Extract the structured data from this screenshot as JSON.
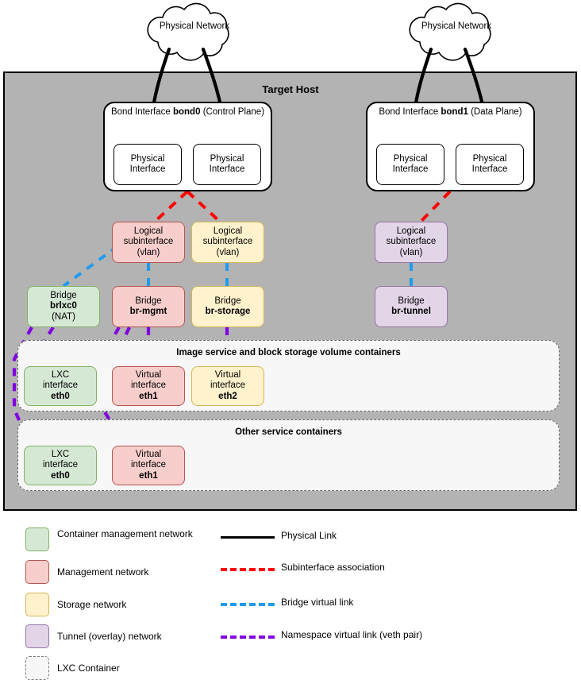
{
  "diagram": {
    "host_title": "Target Host",
    "clouds": [
      {
        "name": "cloud-left",
        "line1": "Physical",
        "line2": "Network"
      },
      {
        "name": "cloud-right",
        "line1": "Physical",
        "line2": "Network"
      }
    ],
    "bonds": [
      {
        "name": "bond0",
        "title": "Bond Interface",
        "id": "bond0",
        "role": "(Control Plane)",
        "nics": [
          {
            "line1": "Physical",
            "line2": "Interface"
          },
          {
            "line1": "Physical",
            "line2": "Interface"
          }
        ]
      },
      {
        "name": "bond1",
        "title": "Bond Interface",
        "id": "bond1",
        "role": "(Data Plane)",
        "nics": [
          {
            "line1": "Physical",
            "line2": "Interface"
          },
          {
            "line1": "Physical",
            "line2": "Interface"
          }
        ]
      }
    ],
    "subinterfaces": [
      {
        "name": "subinterface-mgmt",
        "line1": "Logical",
        "line2": "subinterface",
        "line3": "(vlan)",
        "color": "red"
      },
      {
        "name": "subinterface-storage",
        "line1": "Logical",
        "line2": "subinterface",
        "line3": "(vlan)",
        "color": "yellow"
      },
      {
        "name": "subinterface-tunnel",
        "line1": "Logical",
        "line2": "subinterface",
        "line3": "(vlan)",
        "color": "purple"
      }
    ],
    "bridges": [
      {
        "name": "bridge-brlxc0",
        "line1": "Bridge",
        "line2": "brlxc0",
        "line3": "(NAT)",
        "color": "green"
      },
      {
        "name": "bridge-br-mgmt",
        "line1": "Bridge",
        "line2": "br-mgmt",
        "line3": "",
        "color": "red"
      },
      {
        "name": "bridge-br-storage",
        "line1": "Bridge",
        "line2": "br-storage",
        "line3": "",
        "color": "yellow"
      },
      {
        "name": "bridge-br-tunnel",
        "line1": "Bridge",
        "line2": "br-tunnel",
        "line3": "",
        "color": "purple"
      }
    ],
    "container_groups": [
      {
        "name": "image-storage-containers",
        "title": "Image service and block storage volume containers",
        "interfaces": [
          {
            "name": "lxc-interface-eth0",
            "line1": "LXC",
            "line2": "interface",
            "line3": "eth0",
            "color": "green"
          },
          {
            "name": "virtual-interface-eth1",
            "line1": "Virtual",
            "line2": "interface",
            "line3": "eth1",
            "color": "red"
          },
          {
            "name": "virtual-interface-eth2",
            "line1": "Virtual",
            "line2": "interface",
            "line3": "eth2",
            "color": "yellow"
          }
        ]
      },
      {
        "name": "other-service-containers",
        "title": "Other service containers",
        "interfaces": [
          {
            "name": "lxc-interface-eth0",
            "line1": "LXC",
            "line2": "interface",
            "line3": "eth0",
            "color": "green"
          },
          {
            "name": "virtual-interface-eth1",
            "line1": "Virtual",
            "line2": "interface",
            "line3": "eth1",
            "color": "red"
          }
        ]
      }
    ]
  },
  "legend": {
    "swatches": [
      {
        "name": "legend-container-management-network",
        "label": "Container management network",
        "fill": "#d5e8d4",
        "stroke": "#82b366",
        "style": "solid"
      },
      {
        "name": "legend-management-network",
        "label": "Management network",
        "fill": "#f8cecc",
        "stroke": "#b85450",
        "style": "solid"
      },
      {
        "name": "legend-storage-network",
        "label": "Storage network",
        "fill": "#fff2cc",
        "stroke": "#d6b656",
        "style": "solid"
      },
      {
        "name": "legend-tunnel-overlay-network",
        "label": "Tunnel (overlay) network",
        "fill": "#e1d5e7",
        "stroke": "#9673a6",
        "style": "solid"
      },
      {
        "name": "legend-lxc-container",
        "label": "LXC Container",
        "fill": "#f7f7f7",
        "stroke": "#777777",
        "style": "dashed"
      }
    ],
    "lines": [
      {
        "name": "legend-physical-link",
        "label": "Physical Link",
        "color": "#000000",
        "style": "solid"
      },
      {
        "name": "legend-subinterface-association",
        "label": "Subinterface association",
        "color": "#ff0000",
        "style": "dashed"
      },
      {
        "name": "legend-bridge-virtual-link",
        "label": "Bridge virtual link",
        "color": "#1f9bed",
        "style": "dashed"
      },
      {
        "name": "legend-namespace-virtual-link",
        "label": "Namespace virtual link (veth pair)",
        "color": "#8000e0",
        "style": "dashed"
      }
    ]
  },
  "colors": {
    "host_background": "#b3b3b3",
    "physical_link": "#000000",
    "subinterface_association": "#ff0000",
    "bridge_virtual_link": "#1f9bed",
    "namespace_virtual_link": "#8000e0"
  }
}
